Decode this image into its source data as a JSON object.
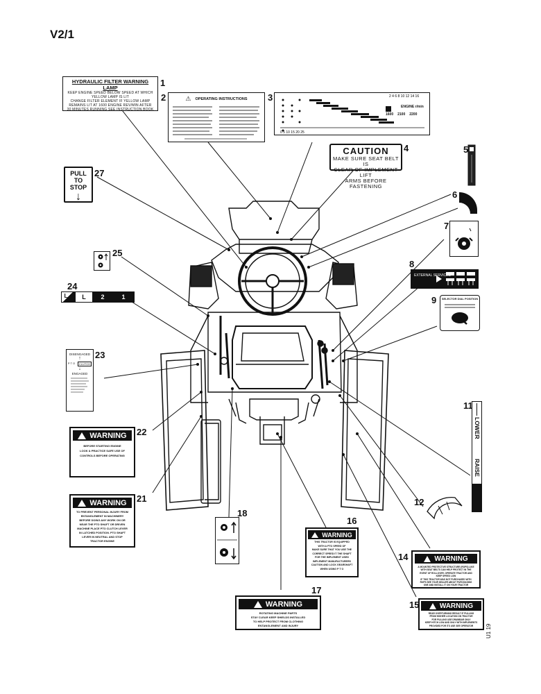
{
  "page_label": "V2/1",
  "side_code": "U1 19",
  "callouts": {
    "n1": "1",
    "n2": "2",
    "n3": "3",
    "n4": "4",
    "n5": "5",
    "n6": "6",
    "n7": "7",
    "n8": "8",
    "n9": "9",
    "n11": "11",
    "n12": "12",
    "n14": "14",
    "n15": "15",
    "n16": "16",
    "n17": "17",
    "n18": "18",
    "n21": "21",
    "n22": "22",
    "n23": "23",
    "n24": "24",
    "n25": "25",
    "n27": "27"
  },
  "decal1": {
    "title": "HYDRAULIC FILTER WARNING LAMP",
    "lines": [
      "KEEP ENGINE SPEED BELOW SPEED AT WHICH",
      "YELLOW LAMP IS LIT",
      "CHANGE FILTER ELEMENT IF YELLOW LAMP",
      "REMAINS LIT AT 1600 ENGINE REV/MIN AFTER",
      "30 MINUTES RUNNING SEE INSTRUCTION BOOK"
    ]
  },
  "decal2": {
    "title": "OPERATING INSTRUCTIONS"
  },
  "decal3": {
    "label": "ENGINE r/min",
    "ticks": [
      "1600",
      "2100",
      "2200"
    ]
  },
  "decal4": {
    "title": "CAUTION",
    "lines": [
      "MAKE SURE SEAT BELT IS",
      "CLEAR OF IMPLEMENT LIFT",
      "ARMS BEFORE FASTENING"
    ]
  },
  "decal8": {
    "title": "EXTERNAL SERVICES"
  },
  "decal9": {
    "title": "SELECTOR DIAL POSITION"
  },
  "decal11": {
    "lower": "LOWER",
    "raise": "RAISE"
  },
  "decal23": {
    "top": "DISENGAGED",
    "mid_left": "P T O",
    "mid_right": "CLUTCH",
    "bottom": "ENGAGED"
  },
  "decal24": {
    "cells": [
      "L",
      "L",
      "2",
      "1"
    ]
  },
  "decal27": {
    "line1": "PULL TO",
    "line2": "STOP",
    "arrow": "↓"
  },
  "warning_label": "WARNING",
  "decal22_lines": [
    "BEFORE STARTING ENGINE",
    "LOOK & PRACTICE SAFE USE OF",
    "CONTROLS BEFORE OPERATING"
  ],
  "decal21_lines": [
    "TO PREVENT PERSONAL INJURY FROM",
    "ENTANGLEMENT IN MACHINERY",
    "BEFORE DOING ANY WORK ON OR",
    "NEAR THE PTO SHAFT OR DRIVEN",
    "MACHINE PLACE PTO CLUTCH LEVER",
    "IN LATCHED POSITION. PTO SHAFT",
    "LEVER IN NEUTRAL AND STOP",
    "TRACTOR ENGINE"
  ],
  "decal16_lines": [
    "THIS TRACTOR IS EQUIPPED",
    "WITH A PTO SPEED OF",
    "MAKE SURE THAT YOU USE THE",
    "CORRECT SPEED IT THE SHAFT",
    "FOR THE IMPLEMENT USED",
    "IMPLEMENT MANUFACTURERS",
    "CAUTION AND LOCK GEARSHAFT",
    "WHEN USING P T O"
  ],
  "decal17_lines": [
    "ROTATING MACHINE PARTS",
    "STAY CLEAR KEEP SHIELDS INSTALLED",
    "TO HELP PROTECT FROM CLOTHING",
    "ENTANGLEMENT AND INJURY"
  ],
  "decal14_lines": [
    "A MOUNTED PROTECTIVE STRUCTURE (ROPS) LIKE",
    "WITH SEAT BELTS CAN HELP PROTECT IN THE",
    "EVENT OF ROLLOVER. OPERATE TRACTOR AND",
    "KEEP SPEED LOW",
    "IF THIS TRACTOR WAS NOT PURCHASED WITH",
    "ROPS SEE YOUR DEALER ABOUT PURCHASING",
    "ONE AND INSTALL IT ON YOUR TRACTOR"
  ],
  "decal15_lines": [
    "REAR OVERTURNING RESULT IF PULLING",
    "FROM HIGHER LOCATION ON TRACTOR",
    "FOR PULLING USE DRAWBAR ONLY",
    "KEEP HITCH LOW AND ONLY WITH IMPLEMENTS",
    "PROVIDED FOR ITS USE SEE OPERATOR"
  ]
}
